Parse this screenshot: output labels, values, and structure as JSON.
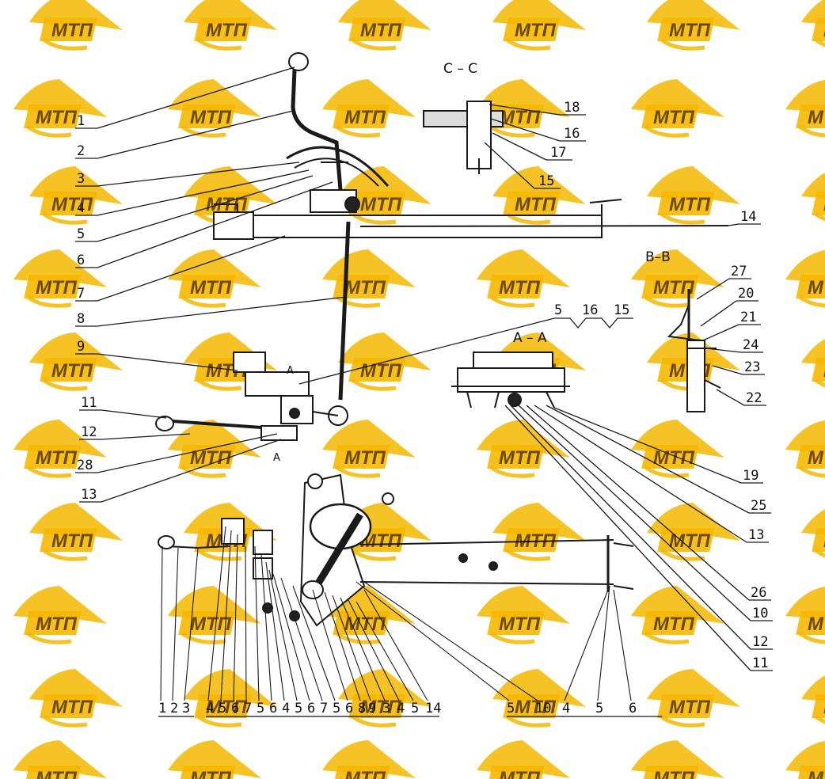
{
  "sections": {
    "cc": "C – C",
    "bb": "B–B",
    "aa": "A – A",
    "a_small": "A"
  },
  "watermark": {
    "text": "МТП",
    "color": "#f5b800",
    "text_color": "#6b4a00"
  },
  "left_callouts": [
    "1",
    "2",
    "3",
    "4",
    "5",
    "6",
    "7",
    "8",
    "9",
    "11",
    "12",
    "28",
    "13"
  ],
  "cc_callouts": [
    "18",
    "16",
    "17",
    "15"
  ],
  "right_callouts": [
    "14",
    "27",
    "20",
    "21",
    "24",
    "23",
    "22",
    "19",
    "25",
    "13",
    "26",
    "10",
    "12",
    "11"
  ],
  "top_group": {
    "a": "5",
    "b": "16",
    "c": "15"
  },
  "bottom_row": {
    "g1": [
      "1",
      "2",
      "3"
    ],
    "g2": [
      "4",
      "5",
      "6",
      "7",
      "5",
      "6",
      "4",
      "5",
      "6",
      "7",
      "5",
      "6",
      "8"
    ],
    "g3": [
      "9",
      "3",
      "4",
      "5",
      "14"
    ],
    "g4": [
      "5",
      "10"
    ],
    "g5": [
      "4",
      "5",
      "6"
    ]
  }
}
